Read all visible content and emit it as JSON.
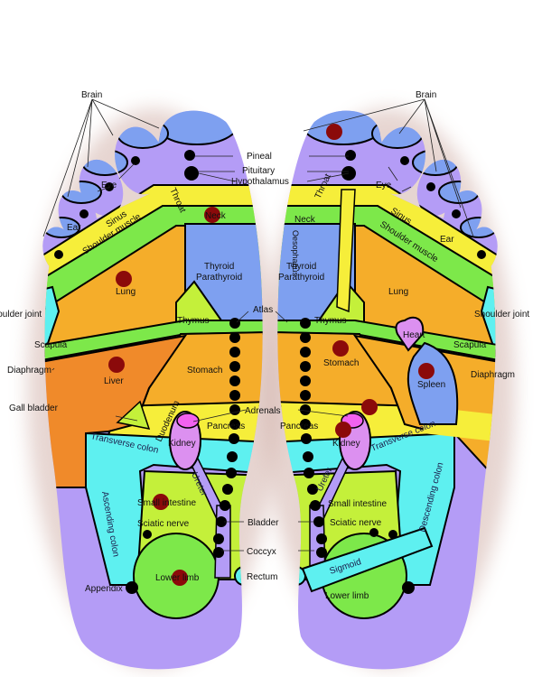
{
  "title": "Foot reflexology chart",
  "colors": {
    "lavender": "#b49cf6",
    "blue": "#7ea0f0",
    "yellow": "#f6ee3a",
    "green": "#7de84a",
    "orange": "#f5ad2a",
    "liver": "#f08a2a",
    "cyan": "#5ef0f0",
    "lime": "#c4f03a",
    "pink": "#dc90f0",
    "magenta": "#f262f0",
    "red_dot": "#8b0a0a"
  },
  "shared": {
    "brain_left": "Brain",
    "brain_right": "Brain",
    "pineal": "Pineal",
    "pituitary": "Pituitary",
    "hypothalamus": "Hypothalamus",
    "atlas": "Atlas",
    "adrenals": "Adrenals",
    "bladder": "Bladder",
    "coccyx": "Coccyx",
    "rectum": "Rectum"
  },
  "left_foot": {
    "eye": "Eye",
    "ear": "Ear",
    "sinus": "Sinus",
    "throat": "Throat",
    "neck": "Neck",
    "shoulder_muscle": "Shoulder muscle",
    "thyroid": "Thyroid",
    "parathyroid": "Parathyroid",
    "lung": "Lung",
    "shoulder_joint": "Shoulder joint",
    "scapula": "Scapula",
    "thymus": "Thymus",
    "diaphragm": "Diaphragm",
    "liver": "Liver",
    "stomach": "Stomach",
    "gall_bladder": "Gall bladder",
    "duodenum": "Duodenum",
    "pancreas": "Pancreas",
    "kidney": "Kidney",
    "transverse_colon": "Transverse colon",
    "ureter": "Ureter",
    "ascending_colon": "Ascending colon",
    "small_intestine": "Small intestine",
    "sciatic_nerve": "Sciatic nerve",
    "lower_limb": "Lower limb",
    "appendix": "Appendix"
  },
  "right_foot": {
    "eye": "Eye",
    "ear": "Ear",
    "sinus": "Sinus",
    "throat": "Throat",
    "neck": "Neck",
    "oesophagus": "Oesophagus",
    "shoulder_muscle": "Shoulder muscle",
    "thyroid": "Thyroid",
    "parathyroid": "Parathyroid",
    "lung": "Lung",
    "shoulder_joint": "Shoulder joint",
    "scapula": "Scapula",
    "thymus": "Thymus",
    "heart": "Heart",
    "diaphragm": "Diaphragm",
    "stomach": "Stomach",
    "spleen": "Spleen",
    "pancreas": "Pancreas",
    "kidney": "Kidney",
    "transverse_colon": "Transverse colon",
    "ureter": "Ureter",
    "descending_colon": "Descending colon",
    "small_intestine": "Small intestine",
    "sciatic_nerve": "Sciatic nerve",
    "sigmoid": "Sigmoid",
    "lower_limb": "Lower limb"
  }
}
